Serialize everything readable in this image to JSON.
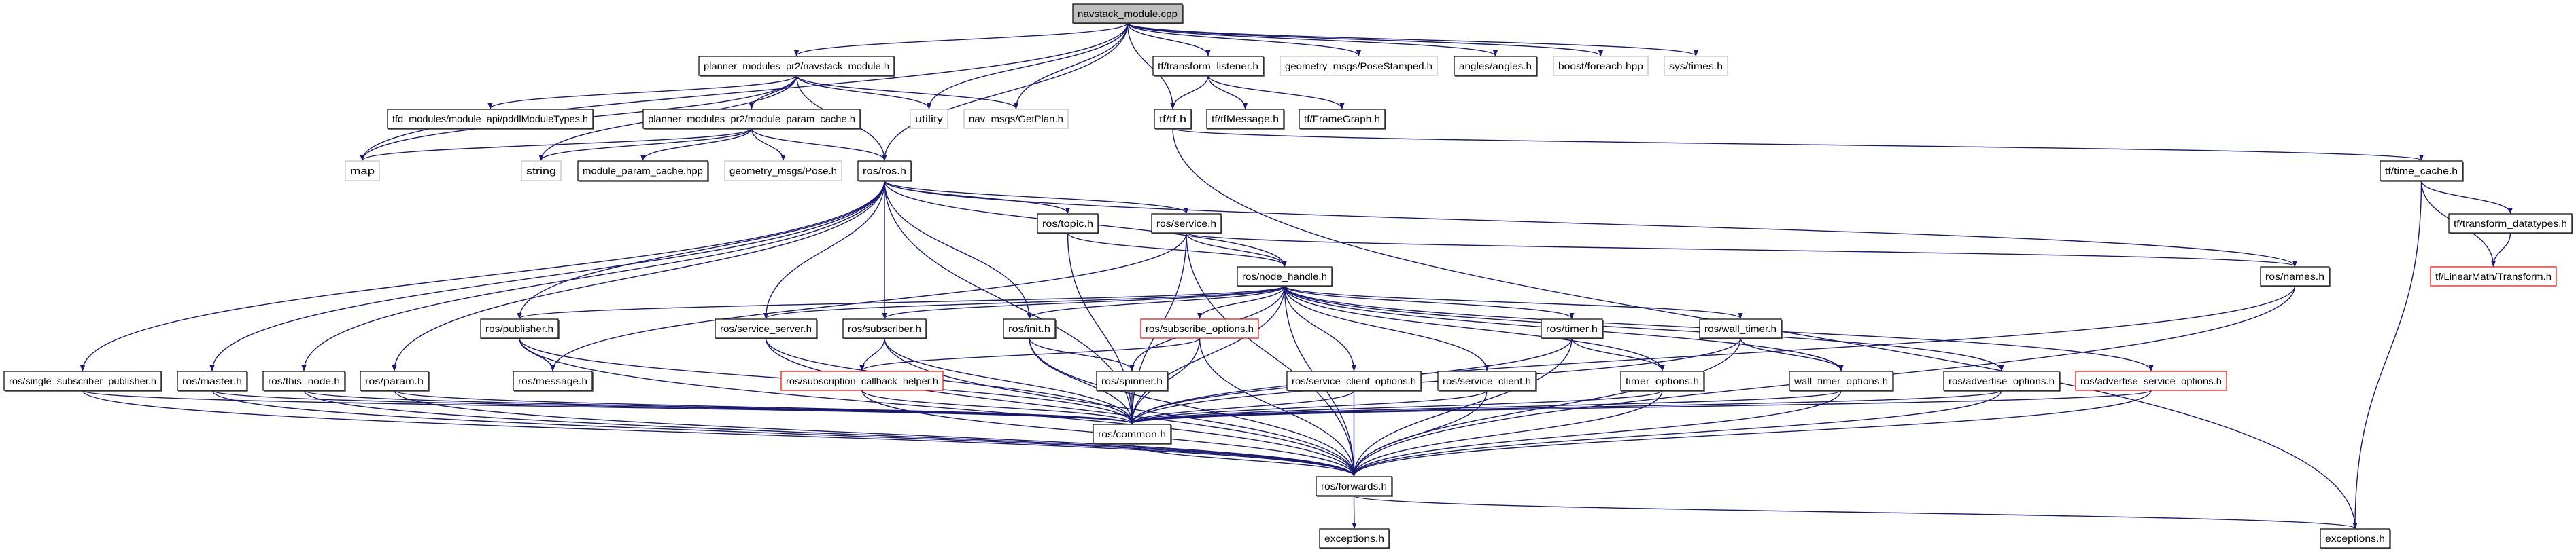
{
  "graph": {
    "edge_color": "#191970",
    "root_fill": "#bfbfbf",
    "border_colors": {
      "documented": "#000000",
      "external": "#bfbfbf",
      "truncated": "#ff0000"
    },
    "nodes": [
      {
        "id": "cpp",
        "label": "navstack_module.cpp",
        "kind": "root"
      },
      {
        "id": "navh",
        "label": "planner_modules_pr2/navstack_module.h",
        "kind": "documented"
      },
      {
        "id": "tl",
        "label": "tf/transform_listener.h",
        "kind": "documented"
      },
      {
        "id": "gps",
        "label": "geometry_msgs/PoseStamped.h",
        "kind": "external"
      },
      {
        "id": "ang",
        "label": "angles/angles.h",
        "kind": "documented"
      },
      {
        "id": "bfe",
        "label": "boost/foreach.hpp",
        "kind": "external"
      },
      {
        "id": "sys",
        "label": "sys/times.h",
        "kind": "external"
      },
      {
        "id": "pddl",
        "label": "tfd_modules/module_api/pddlModuleTypes.h",
        "kind": "documented"
      },
      {
        "id": "mpc",
        "label": "planner_modules_pr2/module_param_cache.h",
        "kind": "documented"
      },
      {
        "id": "util",
        "label": "utility",
        "kind": "external"
      },
      {
        "id": "gp",
        "label": "nav_msgs/GetPlan.h",
        "kind": "external"
      },
      {
        "id": "tf",
        "label": "tf/tf.h",
        "kind": "documented"
      },
      {
        "id": "tfm",
        "label": "tf/tfMessage.h",
        "kind": "documented"
      },
      {
        "id": "fg",
        "label": "tf/FrameGraph.h",
        "kind": "documented"
      },
      {
        "id": "map",
        "label": "map",
        "kind": "external"
      },
      {
        "id": "str",
        "label": "string",
        "kind": "external"
      },
      {
        "id": "mpchpp",
        "label": "module_param_cache.hpp",
        "kind": "documented"
      },
      {
        "id": "pose",
        "label": "geometry_msgs/Pose.h",
        "kind": "external"
      },
      {
        "id": "ros",
        "label": "ros/ros.h",
        "kind": "documented"
      },
      {
        "id": "tc",
        "label": "tf/time_cache.h",
        "kind": "documented"
      },
      {
        "id": "topic",
        "label": "ros/topic.h",
        "kind": "documented"
      },
      {
        "id": "service",
        "label": "ros/service.h",
        "kind": "documented"
      },
      {
        "id": "tdt",
        "label": "tf/transform_datatypes.h",
        "kind": "documented"
      },
      {
        "id": "nh",
        "label": "ros/node_handle.h",
        "kind": "documented"
      },
      {
        "id": "names",
        "label": "ros/names.h",
        "kind": "documented"
      },
      {
        "id": "lmt",
        "label": "tf/LinearMath/Transform.h",
        "kind": "truncated"
      },
      {
        "id": "pub",
        "label": "ros/publisher.h",
        "kind": "documented"
      },
      {
        "id": "ss",
        "label": "ros/service_server.h",
        "kind": "documented"
      },
      {
        "id": "sub",
        "label": "ros/subscriber.h",
        "kind": "documented"
      },
      {
        "id": "init",
        "label": "ros/init.h",
        "kind": "documented"
      },
      {
        "id": "so",
        "label": "ros/subscribe_options.h",
        "kind": "truncated"
      },
      {
        "id": "timer",
        "label": "ros/timer.h",
        "kind": "documented"
      },
      {
        "id": "wt",
        "label": "ros/wall_timer.h",
        "kind": "documented"
      },
      {
        "id": "ssp",
        "label": "ros/single_subscriber_publisher.h",
        "kind": "documented"
      },
      {
        "id": "master",
        "label": "ros/master.h",
        "kind": "documented"
      },
      {
        "id": "tn",
        "label": "ros/this_node.h",
        "kind": "documented"
      },
      {
        "id": "param",
        "label": "ros/param.h",
        "kind": "documented"
      },
      {
        "id": "msg",
        "label": "ros/message.h",
        "kind": "documented"
      },
      {
        "id": "sch",
        "label": "ros/subscription_callback_helper.h",
        "kind": "truncated"
      },
      {
        "id": "spin",
        "label": "ros/spinner.h",
        "kind": "documented"
      },
      {
        "id": "sco",
        "label": "ros/service_client_options.h",
        "kind": "documented"
      },
      {
        "id": "sc",
        "label": "ros/service_client.h",
        "kind": "documented"
      },
      {
        "id": "to",
        "label": "timer_options.h",
        "kind": "documented"
      },
      {
        "id": "wto",
        "label": "wall_timer_options.h",
        "kind": "documented"
      },
      {
        "id": "ao",
        "label": "ros/advertise_options.h",
        "kind": "documented"
      },
      {
        "id": "aso",
        "label": "ros/advertise_service_options.h",
        "kind": "truncated"
      },
      {
        "id": "common",
        "label": "ros/common.h",
        "kind": "documented"
      },
      {
        "id": "fwd",
        "label": "ros/forwards.h",
        "kind": "documented"
      },
      {
        "id": "exc1",
        "label": "exceptions.h",
        "kind": "documented"
      },
      {
        "id": "exc2",
        "label": "exceptions.h",
        "kind": "documented"
      }
    ],
    "edges": [
      [
        "cpp",
        "navh"
      ],
      [
        "cpp",
        "map"
      ],
      [
        "cpp",
        "util"
      ],
      [
        "cpp",
        "gp"
      ],
      [
        "cpp",
        "ros"
      ],
      [
        "cpp",
        "tl"
      ],
      [
        "cpp",
        "tf"
      ],
      [
        "cpp",
        "gps"
      ],
      [
        "cpp",
        "ang"
      ],
      [
        "cpp",
        "bfe"
      ],
      [
        "cpp",
        "sys"
      ],
      [
        "navh",
        "map"
      ],
      [
        "navh",
        "pddl"
      ],
      [
        "navh",
        "mpc"
      ],
      [
        "navh",
        "str"
      ],
      [
        "navh",
        "ros"
      ],
      [
        "navh",
        "util"
      ],
      [
        "navh",
        "gp"
      ],
      [
        "mpc",
        "map"
      ],
      [
        "mpc",
        "str"
      ],
      [
        "mpc",
        "mpchpp"
      ],
      [
        "mpc",
        "pose"
      ],
      [
        "mpc",
        "ros"
      ],
      [
        "tl",
        "tf"
      ],
      [
        "tl",
        "tfm"
      ],
      [
        "tl",
        "fg"
      ],
      [
        "tf",
        "tc"
      ],
      [
        "tf",
        "exc2"
      ],
      [
        "tc",
        "exc2"
      ],
      [
        "tc",
        "tdt"
      ],
      [
        "tc",
        "lmt"
      ],
      [
        "tdt",
        "lmt"
      ],
      [
        "ros",
        "topic"
      ],
      [
        "ros",
        "service"
      ],
      [
        "ros",
        "nh"
      ],
      [
        "ros",
        "names"
      ],
      [
        "ros",
        "pub"
      ],
      [
        "ros",
        "ss"
      ],
      [
        "ros",
        "sub"
      ],
      [
        "ros",
        "init"
      ],
      [
        "ros",
        "common"
      ],
      [
        "ros",
        "ssp"
      ],
      [
        "ros",
        "master"
      ],
      [
        "ros",
        "tn"
      ],
      [
        "ros",
        "param"
      ],
      [
        "topic",
        "nh"
      ],
      [
        "topic",
        "common"
      ],
      [
        "service",
        "nh"
      ],
      [
        "service",
        "common"
      ],
      [
        "service",
        "msg"
      ],
      [
        "service",
        "names"
      ],
      [
        "service",
        "fwd"
      ],
      [
        "nh",
        "pub"
      ],
      [
        "nh",
        "ss"
      ],
      [
        "nh",
        "sub"
      ],
      [
        "nh",
        "init"
      ],
      [
        "nh",
        "so"
      ],
      [
        "nh",
        "spin"
      ],
      [
        "nh",
        "common"
      ],
      [
        "nh",
        "sco"
      ],
      [
        "nh",
        "sc"
      ],
      [
        "nh",
        "timer"
      ],
      [
        "nh",
        "to"
      ],
      [
        "nh",
        "wt"
      ],
      [
        "nh",
        "wto"
      ],
      [
        "nh",
        "ao"
      ],
      [
        "nh",
        "aso"
      ],
      [
        "nh",
        "fwd"
      ],
      [
        "pub",
        "msg"
      ],
      [
        "pub",
        "common"
      ],
      [
        "pub",
        "fwd"
      ],
      [
        "ss",
        "common"
      ],
      [
        "ss",
        "fwd"
      ],
      [
        "sub",
        "sch"
      ],
      [
        "sub",
        "common"
      ],
      [
        "sub",
        "fwd"
      ],
      [
        "init",
        "spin"
      ],
      [
        "init",
        "common"
      ],
      [
        "init",
        "fwd"
      ],
      [
        "so",
        "sch"
      ],
      [
        "so",
        "common"
      ],
      [
        "so",
        "fwd"
      ],
      [
        "timer",
        "to"
      ],
      [
        "timer",
        "common"
      ],
      [
        "timer",
        "fwd"
      ],
      [
        "wt",
        "wto"
      ],
      [
        "wt",
        "common"
      ],
      [
        "wt",
        "fwd"
      ],
      [
        "ssp",
        "common"
      ],
      [
        "ssp",
        "fwd"
      ],
      [
        "master",
        "common"
      ],
      [
        "master",
        "fwd"
      ],
      [
        "tn",
        "common"
      ],
      [
        "tn",
        "fwd"
      ],
      [
        "param",
        "common"
      ],
      [
        "param",
        "fwd"
      ],
      [
        "sch",
        "common"
      ],
      [
        "sch",
        "fwd"
      ],
      [
        "spin",
        "common"
      ],
      [
        "sco",
        "common"
      ],
      [
        "sco",
        "fwd"
      ],
      [
        "sc",
        "common"
      ],
      [
        "sc",
        "fwd"
      ],
      [
        "to",
        "common"
      ],
      [
        "to",
        "fwd"
      ],
      [
        "wto",
        "common"
      ],
      [
        "wto",
        "fwd"
      ],
      [
        "ao",
        "common"
      ],
      [
        "ao",
        "fwd"
      ],
      [
        "aso",
        "common"
      ],
      [
        "aso",
        "fwd"
      ],
      [
        "names",
        "common"
      ],
      [
        "names",
        "fwd"
      ],
      [
        "common",
        "fwd"
      ],
      [
        "fwd",
        "exc1"
      ],
      [
        "fwd",
        "exc2"
      ]
    ]
  }
}
